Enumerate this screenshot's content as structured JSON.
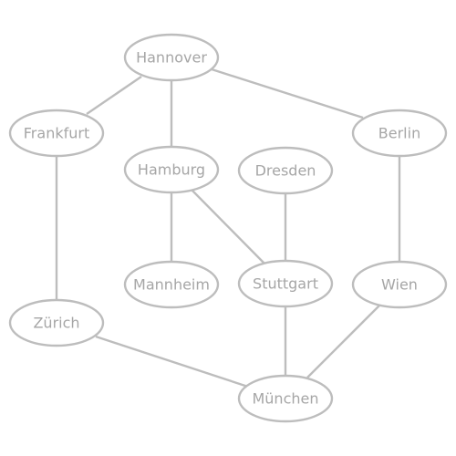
{
  "colors": {
    "stroke": "#bdbdbd",
    "text": "#a6a6a6",
    "background": "#ffffff"
  },
  "graph": {
    "nodes": [
      {
        "id": "hannover",
        "label": "Hannover"
      },
      {
        "id": "frankfurt",
        "label": "Frankfurt"
      },
      {
        "id": "berlin",
        "label": "Berlin"
      },
      {
        "id": "hamburg",
        "label": "Hamburg"
      },
      {
        "id": "dresden",
        "label": "Dresden"
      },
      {
        "id": "mannheim",
        "label": "Mannheim"
      },
      {
        "id": "stuttgart",
        "label": "Stuttgart"
      },
      {
        "id": "wien",
        "label": "Wien"
      },
      {
        "id": "zurich",
        "label": "Zürich"
      },
      {
        "id": "munchen",
        "label": "München"
      }
    ],
    "edges": [
      {
        "from": "hannover",
        "to": "frankfurt"
      },
      {
        "from": "hannover",
        "to": "hamburg"
      },
      {
        "from": "hannover",
        "to": "berlin"
      },
      {
        "from": "frankfurt",
        "to": "zurich"
      },
      {
        "from": "hamburg",
        "to": "mannheim"
      },
      {
        "from": "hamburg",
        "to": "stuttgart"
      },
      {
        "from": "dresden",
        "to": "stuttgart"
      },
      {
        "from": "berlin",
        "to": "wien"
      },
      {
        "from": "zurich",
        "to": "munchen"
      },
      {
        "from": "stuttgart",
        "to": "munchen"
      },
      {
        "from": "wien",
        "to": "munchen"
      }
    ]
  }
}
